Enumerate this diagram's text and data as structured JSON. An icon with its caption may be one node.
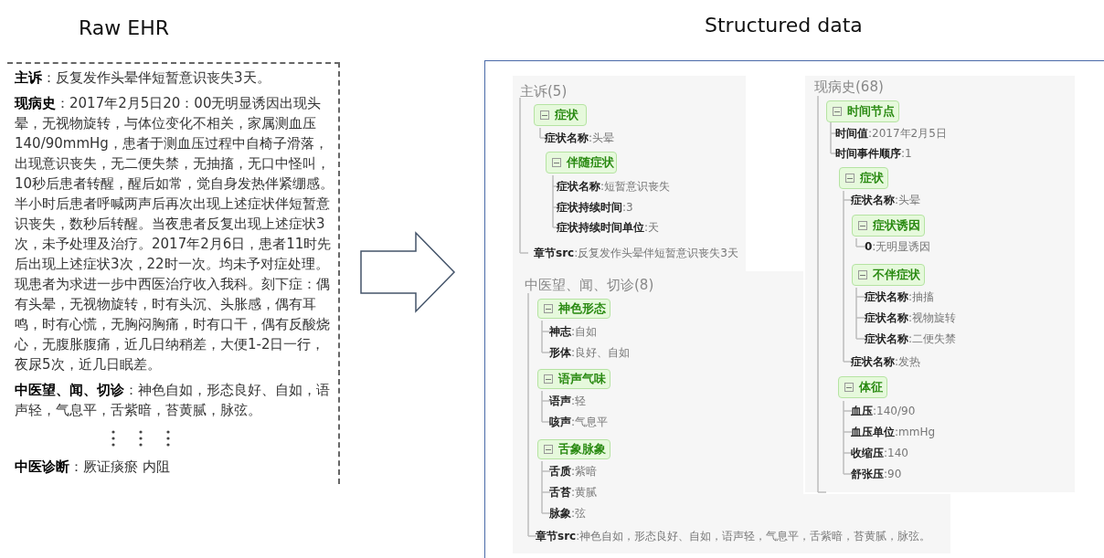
{
  "diagram": {
    "nodes": [
      {
        "text": [
          "Raw EHR",
          "**主诉**：反复发作头晕伴短暂意识丧失3天。",
          "**现病史**：2017年2月5日20：00无明显诱因出现头晕，无视物旋转，与体位变化不相关，家属测血压140/90mmHg，患者于测血压过程中自椅子滑落，出现意识丧失，无二便失禁，无抽搐，无口中怪叫，10秒后患者转醒，醒后如常，觉自身发热伴紧绷感。半小时后患者呼喊两声后再次出现上述症状伴短暂意识丧失，数秒后转醒。当夜患者反复出现上述症状3次，未予处理及治疗。2017年2月6日，患者11时先后出现上述症状3次，22时一次。均未予对症处理。现患者为求进一步中西医治疗收入我科。刻下症：偶有头晕，无视物旋转，时有头沉、头胀感，偶有耳鸣，时有心慌，无胸闷胸痛，时有口干，偶有反酸烧心，无腹胀腹痛，近几日纳稍差，大便1-2日一行，夜尿5次，近几日眠差。",
          "**中医望、闻、切诊**：神色自如，形态良好、自如，语声轻，气息平，舌紫暗，苔黄腻，脉弦。",
          "**中医诊断**：厥证痰瘀 内阻"
        ]
      },
      {
        "text": [
          "Structured data"
        ]
      },
      {
        "text": [
          "主诉(5)",
          "**症状名称**:头晕",
          "**症状名称**:短暂意识丧失",
          "**症状持续时间**:3",
          "**症状持续时间单位**:天",
          "**章节src**:反复发作头晕伴短暂意识丧失3天"
        ],
        "in": 1
      },
      {
        "text": [
          "症状"
        ],
        "in": 2
      },
      {
        "text": [
          "伴随症状"
        ],
        "in": 2
      },
      {
        "text": [
          "中医望、闻、切诊(8)",
          "**神志**:自如",
          "**形体**:良好、自如",
          "**语声**:轻",
          "**咳声**:气息平",
          "**舌质**:紫暗",
          "**舌苔**:黄腻",
          "**脉象**:弦",
          "**章节src**:神色自如，形态良好、自如，语声轻，气息平，舌紫暗，苔黄腻，脉弦。"
        ],
        "in": 1
      },
      {
        "text": [
          "神色形态"
        ],
        "in": 5
      },
      {
        "text": [
          "语声气味"
        ],
        "in": 5
      },
      {
        "text": [
          "舌象脉象"
        ],
        "in": 5
      },
      {
        "text": [
          "现病史(68)",
          "**时间值**:2017年2月5日",
          "**时间事件顺序**:1",
          "**症状名称**:头晕",
          "**0**:无明显诱因",
          "**症状名称**:抽搐",
          "**症状名称**:视物旋转",
          "**症状名称**:二便失禁",
          "**症状名称**:发热",
          "**血压**:140/90",
          "**血压单位**:mmHg",
          "**收缩压**:140",
          "**舒张压**:90"
        ],
        "in": 1
      },
      {
        "text": [
          "时间节点"
        ],
        "in": 9
      },
      {
        "text": [
          "症状"
        ],
        "in": 9
      },
      {
        "text": [
          "症状诱因"
        ],
        "in": 9
      },
      {
        "text": [
          "不伴症状"
        ],
        "in": 9
      },
      {
        "text": [
          "体征"
        ]
      }
    ],
    "edges": [
      {
        "from": 0,
        "to": 1,
        "arrow": "to"
      }
    ]
  }
}
